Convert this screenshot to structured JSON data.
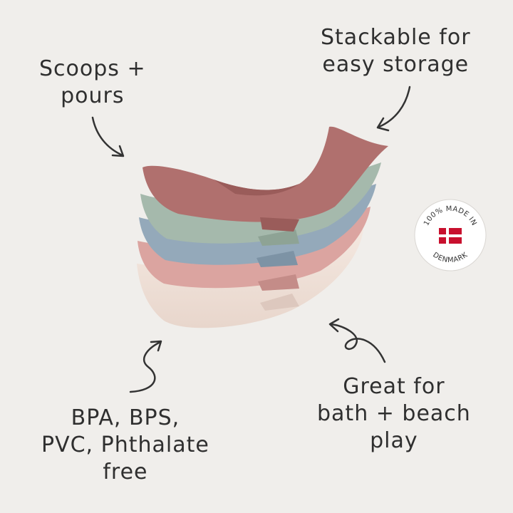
{
  "callouts": {
    "scoops": [
      "Scoops +",
      "pours"
    ],
    "stack": [
      "Stackable for",
      "easy storage"
    ],
    "great": [
      "Great for",
      "bath + beach",
      "play"
    ],
    "bpa": [
      "BPA, BPS,",
      "PVC, Phthalate",
      "free"
    ]
  },
  "badge": {
    "top_text": "100% MADE IN",
    "bottom_text": "DENMARK",
    "flag_red": "#c8102e",
    "flag_white": "#ffffff"
  },
  "colors": {
    "background": "#f0eeeb",
    "bowl_rose": "#b06f6d",
    "bowl_sage": "#a4b8ab",
    "bowl_blue": "#95aabb",
    "bowl_pink": "#dca3a0",
    "bowl_cream": "#efe1d8"
  }
}
